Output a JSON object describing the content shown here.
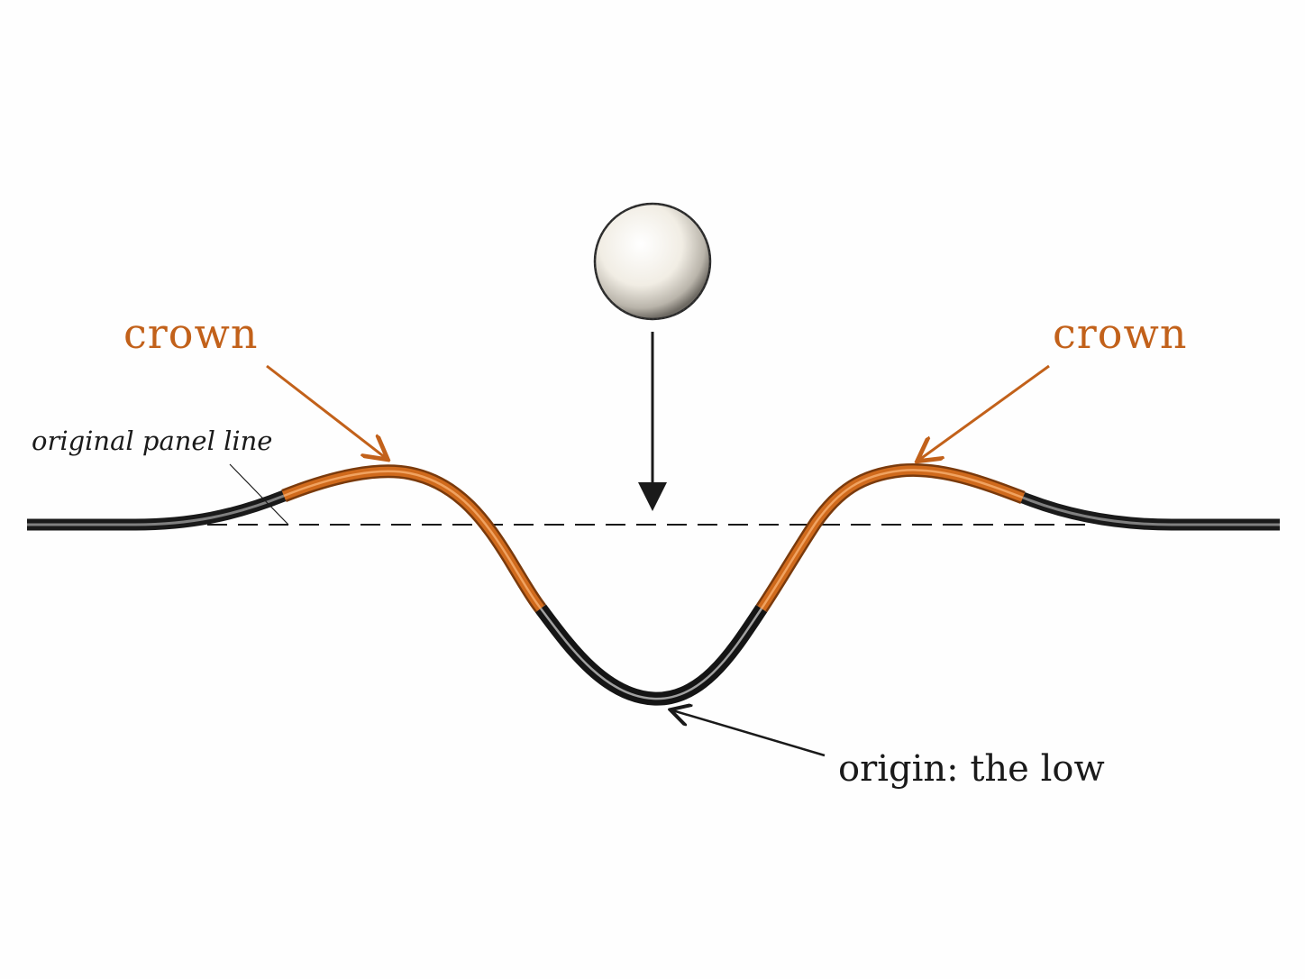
{
  "labels": {
    "crown_left": "crown",
    "crown_right": "crown",
    "original_panel_line": "original panel line",
    "origin": "origin: the low"
  },
  "colors": {
    "crown": "#c2611a",
    "metal": "#2a2a2a",
    "ink": "#1a1a1a",
    "sphere": "#f4f1ea",
    "background": "#fefefe"
  },
  "icons": {
    "sphere": "impact-ball",
    "arrow": "downward-force-arrow"
  }
}
